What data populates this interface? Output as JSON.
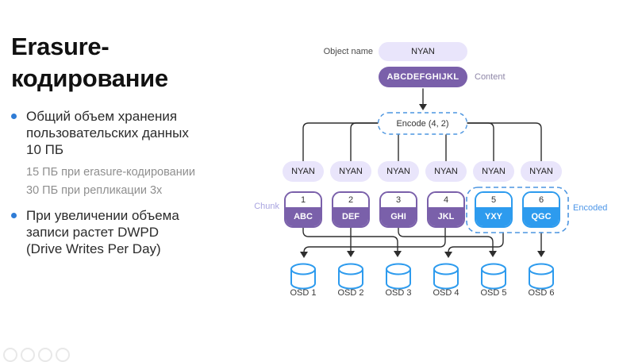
{
  "slide": {
    "title": "Erasure-\nкодирование",
    "bullets": [
      {
        "text": "Общий объем хранения\nпользовательских данных\n10 ПБ",
        "subs": [
          "15 ПБ при erasure-кодировании",
          "30 ПБ при репликации 3x"
        ]
      },
      {
        "text": "При увеличении объема\nзаписи растет DWPD\n(Drive Writes Per Day)",
        "subs": []
      }
    ]
  },
  "diagram": {
    "object_name_label": "Object name",
    "object_name_value": "NYAN",
    "content_value": "ABCDEFGHIJKL",
    "content_label": "Content",
    "encode_label": "Encode (4, 2)",
    "chunk_label": "Chunk",
    "encoded_label": "Encoded",
    "replicas": [
      "NYAN",
      "NYAN",
      "NYAN",
      "NYAN",
      "NYAN",
      "NYAN"
    ],
    "chunks": [
      {
        "number": "1",
        "code": "ABC",
        "type": "data"
      },
      {
        "number": "2",
        "code": "DEF",
        "type": "data"
      },
      {
        "number": "3",
        "code": "GHI",
        "type": "data"
      },
      {
        "number": "4",
        "code": "JKL",
        "type": "data"
      },
      {
        "number": "5",
        "code": "YXY",
        "type": "encoded"
      },
      {
        "number": "6",
        "code": "QGC",
        "type": "encoded"
      }
    ],
    "osds": [
      "OSD 1",
      "OSD 2",
      "OSD 3",
      "OSD 4",
      "OSD 5",
      "OSD 6"
    ],
    "connections": [
      {
        "chunk": "1",
        "osd": "OSD 3"
      },
      {
        "chunk": "2",
        "osd": "OSD 2"
      },
      {
        "chunk": "3",
        "osd": "OSD 5"
      },
      {
        "chunk": "4",
        "osd": "OSD 1"
      },
      {
        "chunk": "5",
        "osd": "OSD 4"
      },
      {
        "chunk": "6",
        "osd": "OSD 6"
      }
    ],
    "colors": {
      "data_chunk": "#7a60aa",
      "encoded_chunk": "#2d9bee",
      "replica_pill": "#e9e5fb",
      "dashed_accent": "#4c95e0",
      "chunk_label": "#a9a4e0",
      "encoded_label": "#4d96e8",
      "bullet_dot": "#2e7cd6",
      "line": "#2e2e2e"
    }
  }
}
